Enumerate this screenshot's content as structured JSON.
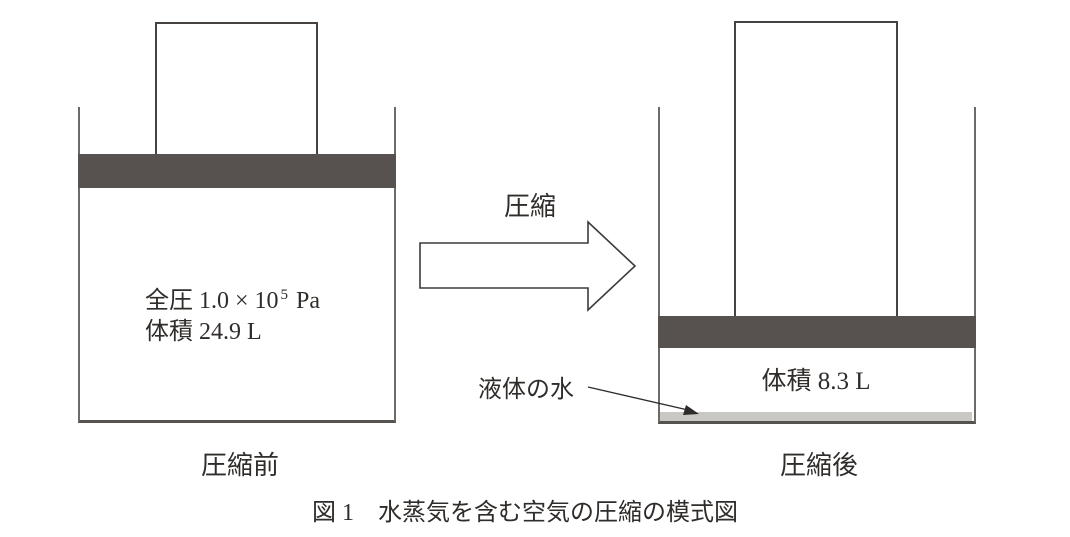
{
  "figure": {
    "caption": "図 1　水蒸気を含む空気の圧縮の模式図"
  },
  "before": {
    "pressure_prefix": "全圧 1.0 × 10",
    "pressure_exponent": "5",
    "pressure_unit": " Pa",
    "volume": "体積 24.9 L",
    "stage_label": "圧縮前"
  },
  "compression": {
    "label": "圧縮"
  },
  "after": {
    "volume": "体積 8.3 L",
    "stage_label": "圧縮後",
    "liquid_label": "液体の水"
  },
  "icons": {
    "compression_arrow": "block-arrow-right-outline",
    "liquid_pointer": "thin-leader-arrow-down-right"
  },
  "colors": {
    "piston": "#575250",
    "liquid": "#c9c8c4",
    "line": "#454240",
    "line-strong": "#56524f",
    "wall": "#6d6a68",
    "text": "#2f2c2a"
  }
}
